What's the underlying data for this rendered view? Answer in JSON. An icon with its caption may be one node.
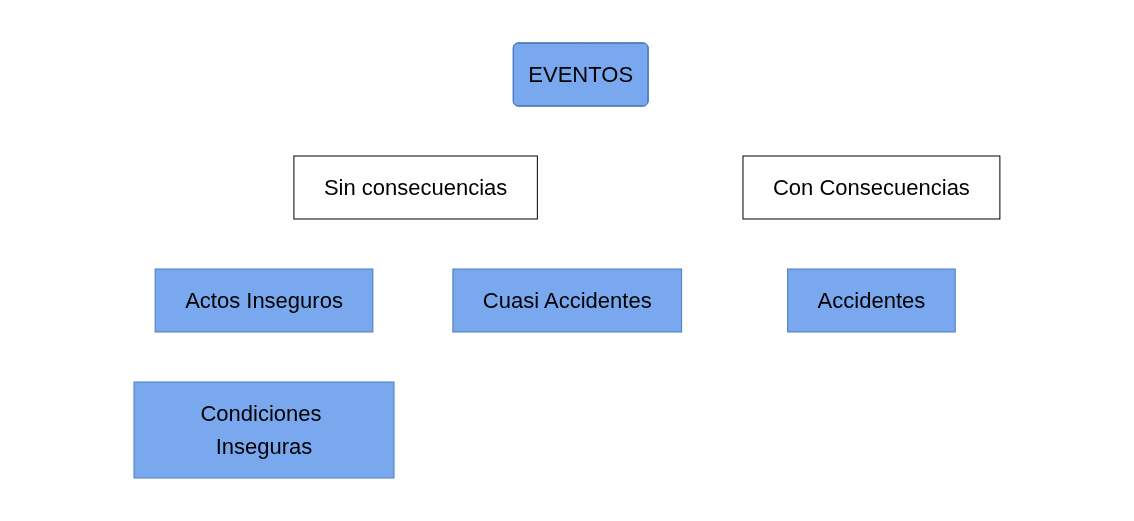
{
  "diagram": {
    "nodes": [
      {
        "text": [
          "EVENTOS"
        ]
      },
      {
        "text": [
          "Sin consecuencias"
        ]
      },
      {
        "text": [
          "Con Consecuencias"
        ]
      },
      {
        "text": [
          "Actos Inseguros"
        ]
      },
      {
        "text": [
          "Condiciones Inseguras"
        ]
      },
      {
        "text": [
          "Cuasi Accidentes"
        ]
      },
      {
        "text": [
          "Accidentes"
        ]
      }
    ]
  }
}
